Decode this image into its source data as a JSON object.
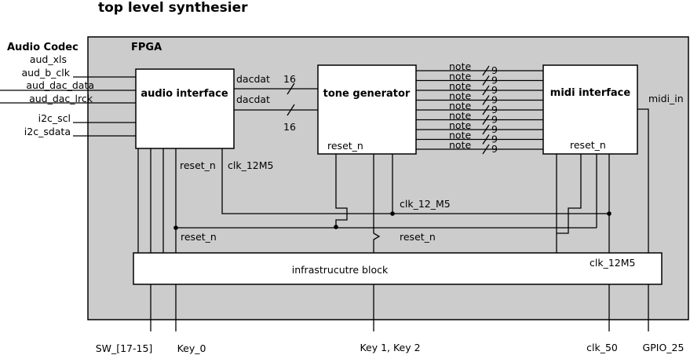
{
  "title": "top level synthesier",
  "fpga_label": "FPGA",
  "codec": {
    "title": "Audio Codec",
    "signals": [
      "aud_xls",
      "aud_b_clk",
      "aud_dac_data",
      "aud_dac_lrck",
      "i2c_scl",
      "i2c_sdata"
    ]
  },
  "blocks": {
    "audio_interface": "audio interface",
    "tone_generator": "tone generator",
    "midi_interface": "midi interface",
    "infrastructure": "infrastrucutre block"
  },
  "labels": {
    "dacdat_1": "dacdat",
    "dacdat_2": "dacdat",
    "width_1": "16",
    "width_2": "16",
    "reset_audio": "reset_n",
    "clk_audio": "clk_12M5",
    "reset_tone": "reset_n",
    "reset_midi": "reset_n",
    "clk_12_m5": "clk_12_M5",
    "reset_bus_left": "reset_n",
    "reset_bus_mid": "reset_n",
    "clk_infra": "clk_12M5",
    "midi_in": "midi_in",
    "note": "note",
    "note_width": "9"
  },
  "notes_count": 9,
  "pins": {
    "sw": "SW_[17-15]",
    "key0": "Key_0",
    "key12": "Key 1, Key 2",
    "clk50": "clk_50",
    "gpio": "GPIO_25"
  }
}
